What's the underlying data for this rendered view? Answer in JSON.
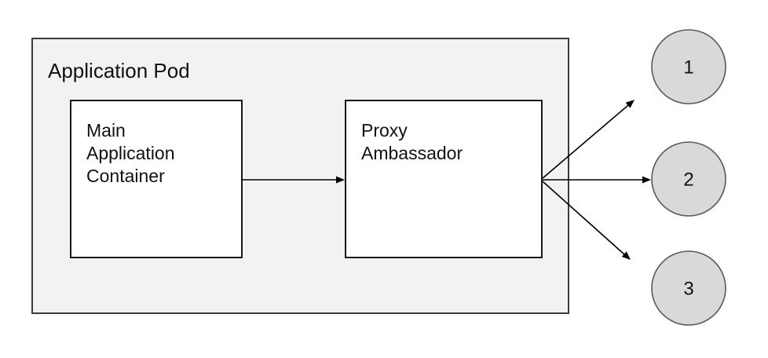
{
  "diagram": {
    "pod": {
      "label": "Application Pod"
    },
    "main_container": {
      "lines": [
        "Main",
        "Application",
        "Container"
      ]
    },
    "proxy": {
      "lines": [
        "Proxy",
        "Ambassador"
      ]
    },
    "endpoints": [
      {
        "label": "1"
      },
      {
        "label": "2"
      },
      {
        "label": "3"
      }
    ],
    "colors": {
      "pod_fill": "#f2f2f2",
      "pod_stroke": "#3b3b3b",
      "box_fill": "#ffffff",
      "box_stroke": "#000000",
      "circle_fill": "#d9d9d9",
      "circle_stroke": "#595959",
      "arrow": "#000000",
      "text": "#111111"
    }
  }
}
